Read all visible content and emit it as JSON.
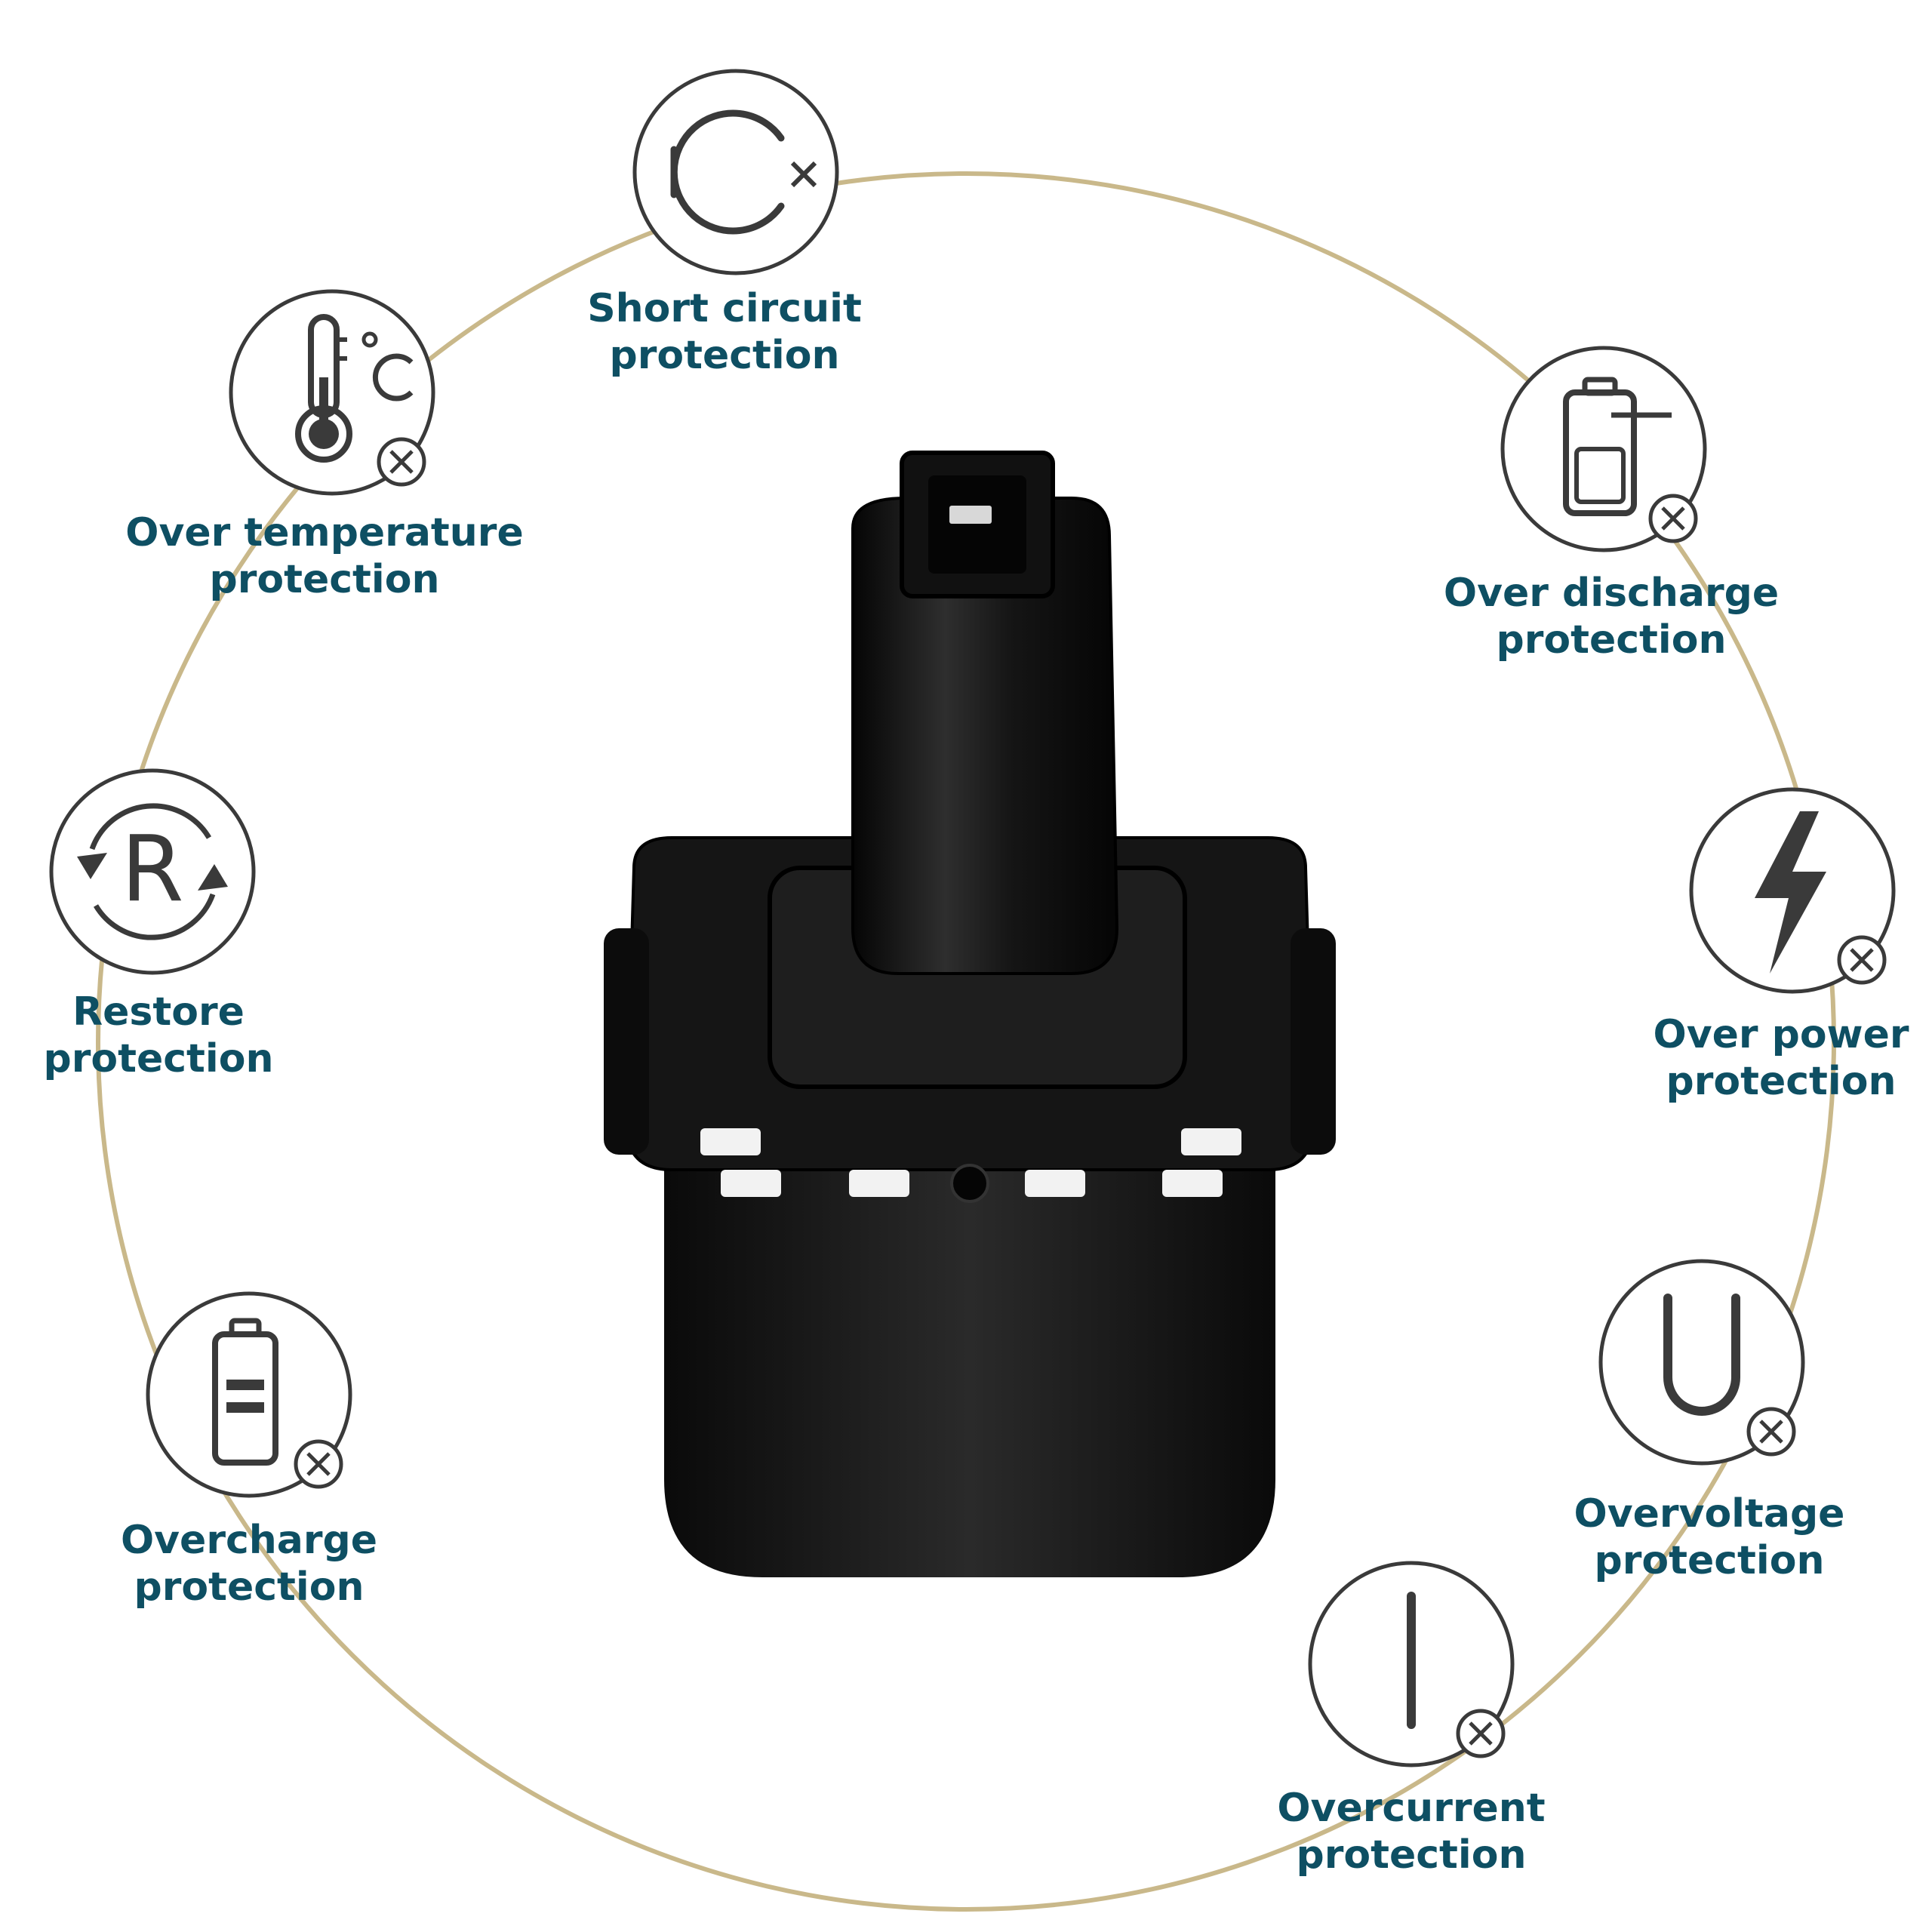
{
  "features": [
    {
      "id": "short-circuit",
      "icon": "short-circuit-icon",
      "line1": "Short circuit",
      "line2": "protection"
    },
    {
      "id": "over-temperature",
      "icon": "thermometer-celsius-icon",
      "line1": "Over temperature",
      "line2": "protection"
    },
    {
      "id": "over-discharge",
      "icon": "battery-discharge-icon",
      "line1": "Over discharge",
      "line2": "protection"
    },
    {
      "id": "restore",
      "icon": "restore-r-icon",
      "line1": "Restore",
      "line2": "protection"
    },
    {
      "id": "over-power",
      "icon": "lightning-bolt-icon",
      "line1": "Over power",
      "line2": "protection"
    },
    {
      "id": "overcharge",
      "icon": "battery-charge-icon",
      "line1": "Overcharge",
      "line2": "protection"
    },
    {
      "id": "overvoltage",
      "icon": "voltage-u-icon",
      "line1": "Overvoltage",
      "line2": "protection"
    },
    {
      "id": "overcurrent",
      "icon": "current-i-icon",
      "line1": "Overcurrent",
      "line2": "protection"
    }
  ],
  "colors": {
    "label_text": "#0e4f63",
    "ring_stroke": "#c9b88a",
    "icon_stroke": "#3a3a3a",
    "battery_body": "#141414"
  }
}
